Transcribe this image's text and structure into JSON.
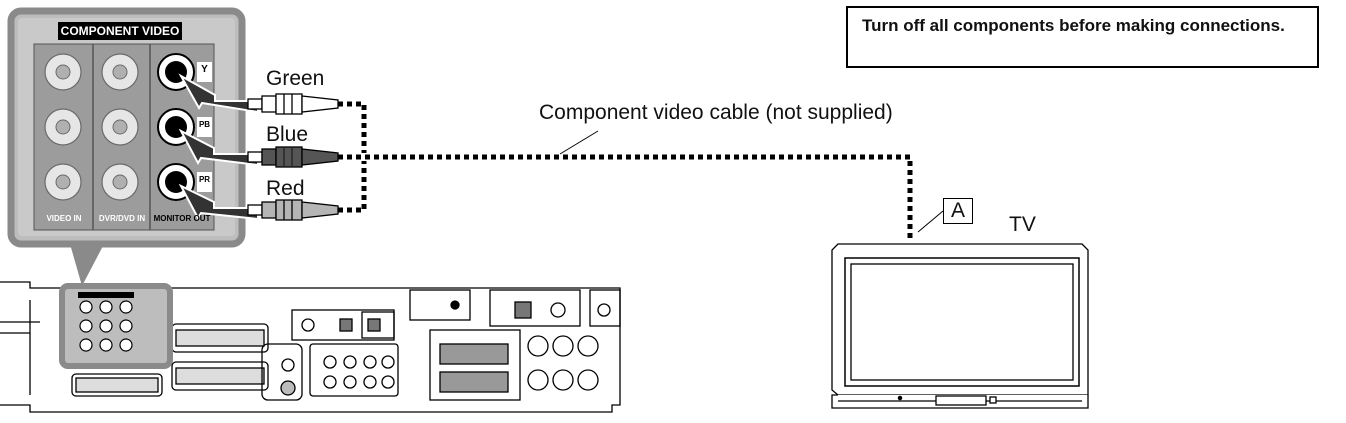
{
  "notice": {
    "text": "Turn off all components before making connections."
  },
  "panel": {
    "header": "COMPONENT VIDEO",
    "columns": [
      "VIDEO IN",
      "DVR/DVD IN",
      "MONITOR OUT"
    ],
    "jack_labels": [
      "Y",
      "PB",
      "PR"
    ]
  },
  "plugs": {
    "green": "Green",
    "blue": "Blue",
    "red": "Red"
  },
  "cable": {
    "label": "Component video cable (not supplied)"
  },
  "tv": {
    "label": "TV",
    "marker": "A"
  },
  "colors": {
    "stroke": "#000000",
    "panel_fill": "#bdbdbd",
    "panel_border": "#8a8a8a",
    "jack_light": "#e6e6e6",
    "dark_plug": "#555555"
  }
}
